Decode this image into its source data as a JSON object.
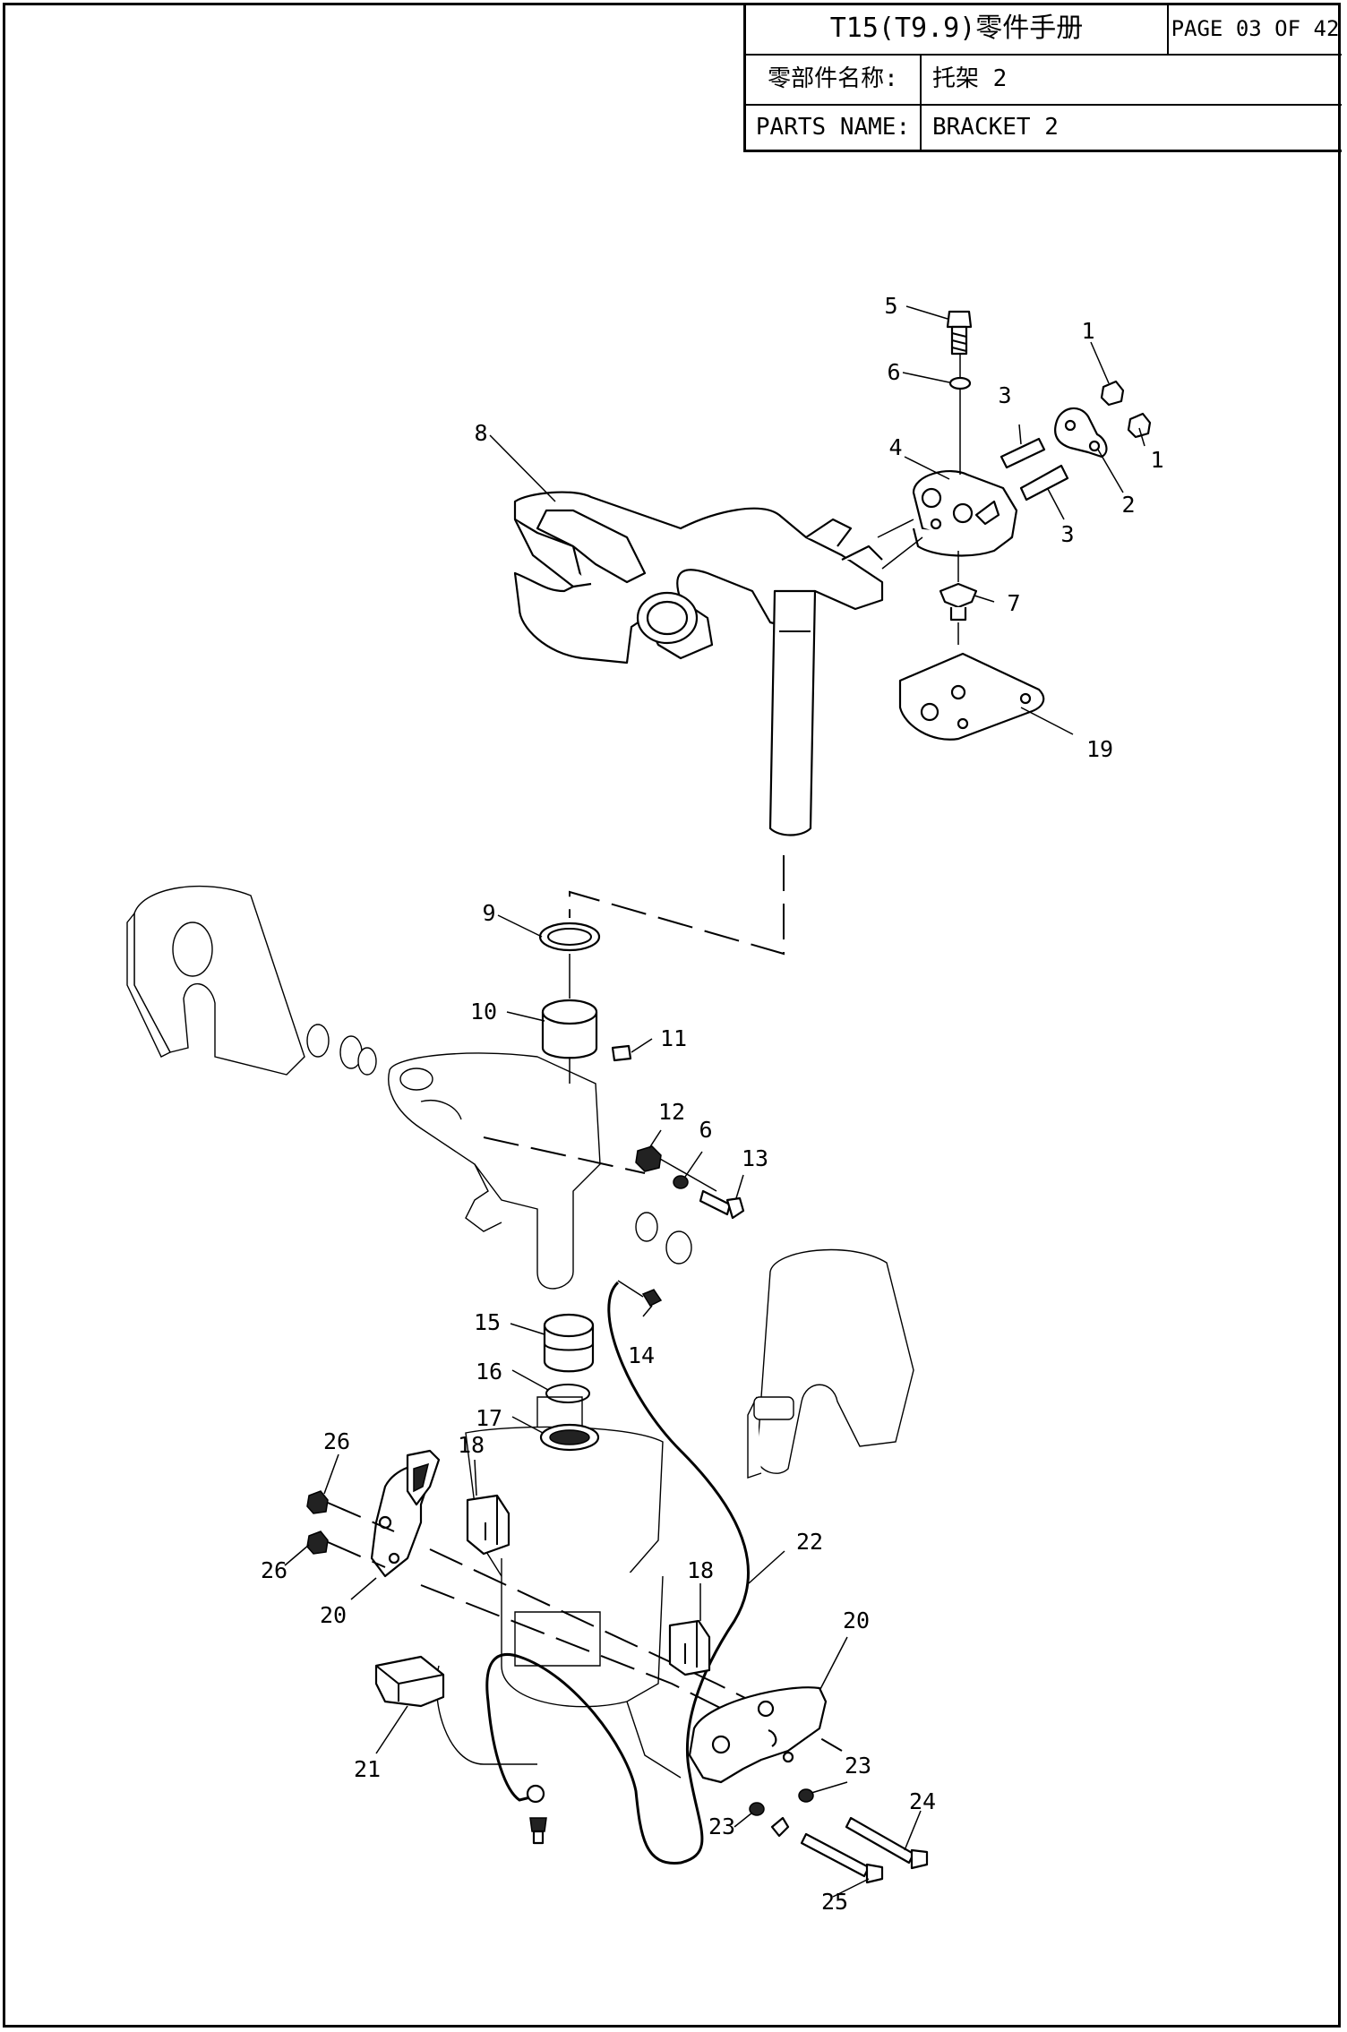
{
  "header": {
    "manual_title": "T15(T9.9)零件手册",
    "page": "PAGE 03 OF 42",
    "name_label_cn": "零部件名称:",
    "name_value_cn": "托架 2",
    "name_label_en": "PARTS NAME:",
    "name_value_en": "BRACKET 2"
  },
  "callouts": {
    "c1a": "1",
    "c1b": "1",
    "c2": "2",
    "c3a": "3",
    "c3b": "3",
    "c4": "4",
    "c5": "5",
    "c6a": "6",
    "c6b": "6",
    "c7": "7",
    "c8": "8",
    "c9": "9",
    "c10": "10",
    "c11": "11",
    "c12": "12",
    "c13": "13",
    "c14": "14",
    "c15": "15",
    "c16": "16",
    "c17": "17",
    "c18a": "18",
    "c18b": "18",
    "c19": "19",
    "c20a": "20",
    "c20b": "20",
    "c21": "21",
    "c22": "22",
    "c23a": "23",
    "c23b": "23",
    "c24": "24",
    "c25": "25",
    "c26a": "26",
    "c26b": "26"
  }
}
